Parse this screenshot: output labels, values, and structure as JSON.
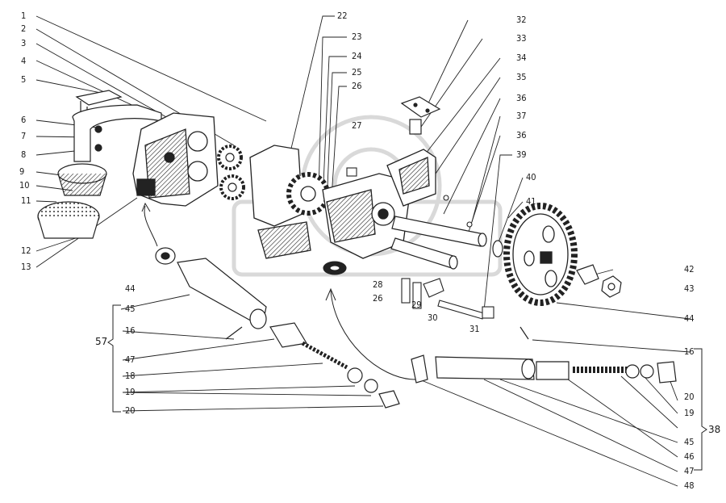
{
  "left_callouts": [
    "1",
    "2",
    "3",
    "4",
    "5",
    "6",
    "7",
    "8",
    "9",
    "10",
    "11",
    "12",
    "13"
  ],
  "top_callouts": [
    "22",
    "23",
    "24",
    "25",
    "26",
    "27"
  ],
  "right_callouts": [
    "32",
    "33",
    "34",
    "35",
    "36",
    "37",
    "36",
    "39",
    "40",
    "41"
  ],
  "lower_mid_callouts": [
    "28",
    "26",
    "29",
    "30",
    "31"
  ],
  "right_lower_callouts": [
    "42",
    "43",
    "44",
    "16",
    "20",
    "19",
    "45",
    "46",
    "47",
    "48"
  ],
  "left_group_callouts": [
    "44",
    "45",
    "16",
    "47",
    "18",
    "19",
    "20"
  ],
  "group_labels": {
    "left": "57",
    "right": "38"
  },
  "colors": {
    "ink": "#1a1a1a",
    "background": "#ffffff"
  }
}
